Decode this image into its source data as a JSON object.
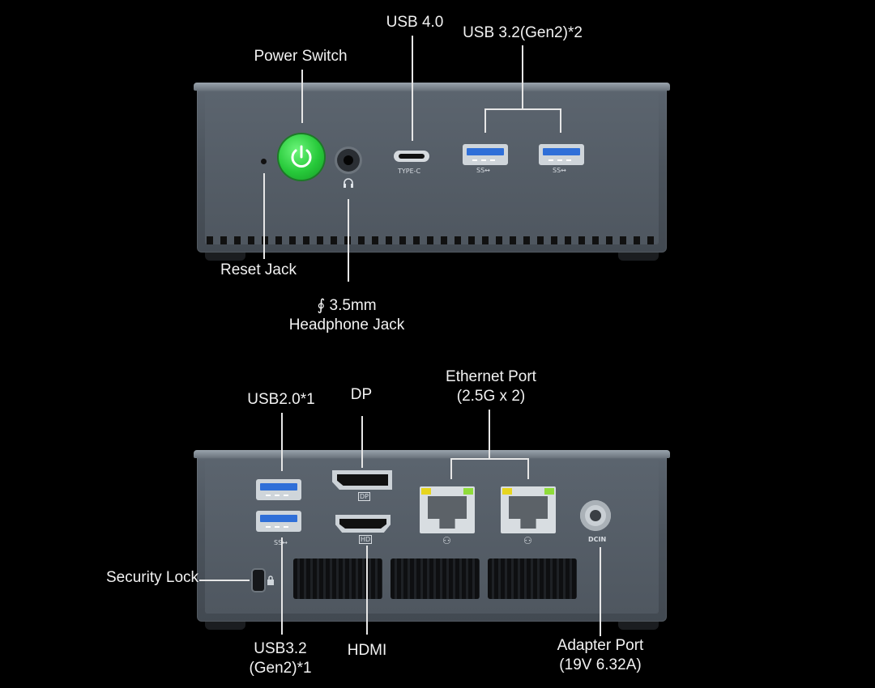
{
  "top_view": {
    "labels": {
      "power_switch": "Power Switch",
      "usb4": "USB 4.0",
      "usb32_gen2_x2": "USB 3.2(Gen2)*2",
      "reset_jack": "Reset Jack",
      "headphone_line1": "∮ 3.5mm",
      "headphone_line2": "Headphone Jack"
    },
    "port_marks": {
      "typec": "TYPE-C",
      "usb_ss_1": "SS↔",
      "usb_ss_2": "SS↔"
    }
  },
  "bottom_view": {
    "labels": {
      "usb20_x1": "USB2.0*1",
      "dp": "DP",
      "ethernet_line1": "Ethernet Port",
      "ethernet_line2": "(2.5G x 2)",
      "security_lock": "Security Lock",
      "usb32_line1": "USB3.2",
      "usb32_line2": "(Gen2)*1",
      "hdmi": "HDMI",
      "adapter_line1": "Adapter Port",
      "adapter_line2": "(19V 6.32A)"
    },
    "port_marks": {
      "dp": "DP",
      "hdmi": "HD",
      "usb_ss": "SS↔",
      "lan1": "⚇",
      "lan2": "⚇",
      "dcin": "DCIN"
    }
  },
  "colors": {
    "background": "#000000",
    "power_green": "#27c93a",
    "usb_blue": "#2f6fd8",
    "led_yellow": "#e7d51f",
    "led_green": "#8fdc3a"
  }
}
